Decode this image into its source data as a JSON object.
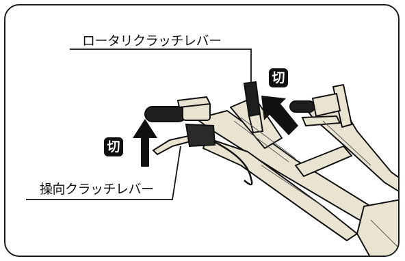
{
  "illustration": {
    "labels": {
      "rotary_clutch_lever": "ロータリクラッチレバー",
      "steering_clutch_lever": "操向クラッチレバー"
    },
    "badges": {
      "rotary_off": "切",
      "steering_off": "切"
    },
    "icons": {
      "arrow_rotary": "arrow-up-left-icon",
      "arrow_steering": "arrow-up-icon"
    },
    "colors": {
      "ink": "#111111",
      "machine_fill": "#e9e4d2",
      "frame": "#1a1a1a"
    }
  }
}
